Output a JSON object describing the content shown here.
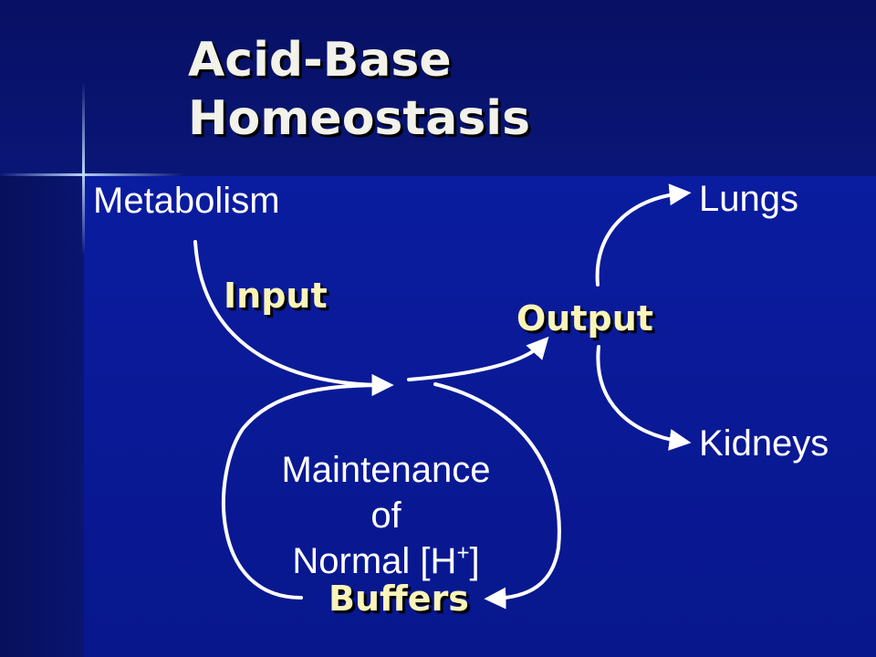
{
  "slide": {
    "title_line1": "Acid-Base",
    "title_line2": "Homeostasis"
  },
  "diagram": {
    "metabolism": "Metabolism",
    "input": "Input",
    "output": "Output",
    "lungs": "Lungs",
    "kidneys": "Kidneys",
    "center_line1": "Maintenance",
    "center_line2": "of",
    "center_line3_prefix": "Normal [H",
    "center_line3_sup": "+",
    "center_line3_suffix": "]",
    "buffers": "Buffers"
  },
  "colors": {
    "background": "#0a1a9a",
    "header_band": "#071064",
    "title_text": "#f2f2ea",
    "label_text": "#ffffff",
    "bold_label_text": "#fbf4b8",
    "arrow": "#ffffff"
  }
}
